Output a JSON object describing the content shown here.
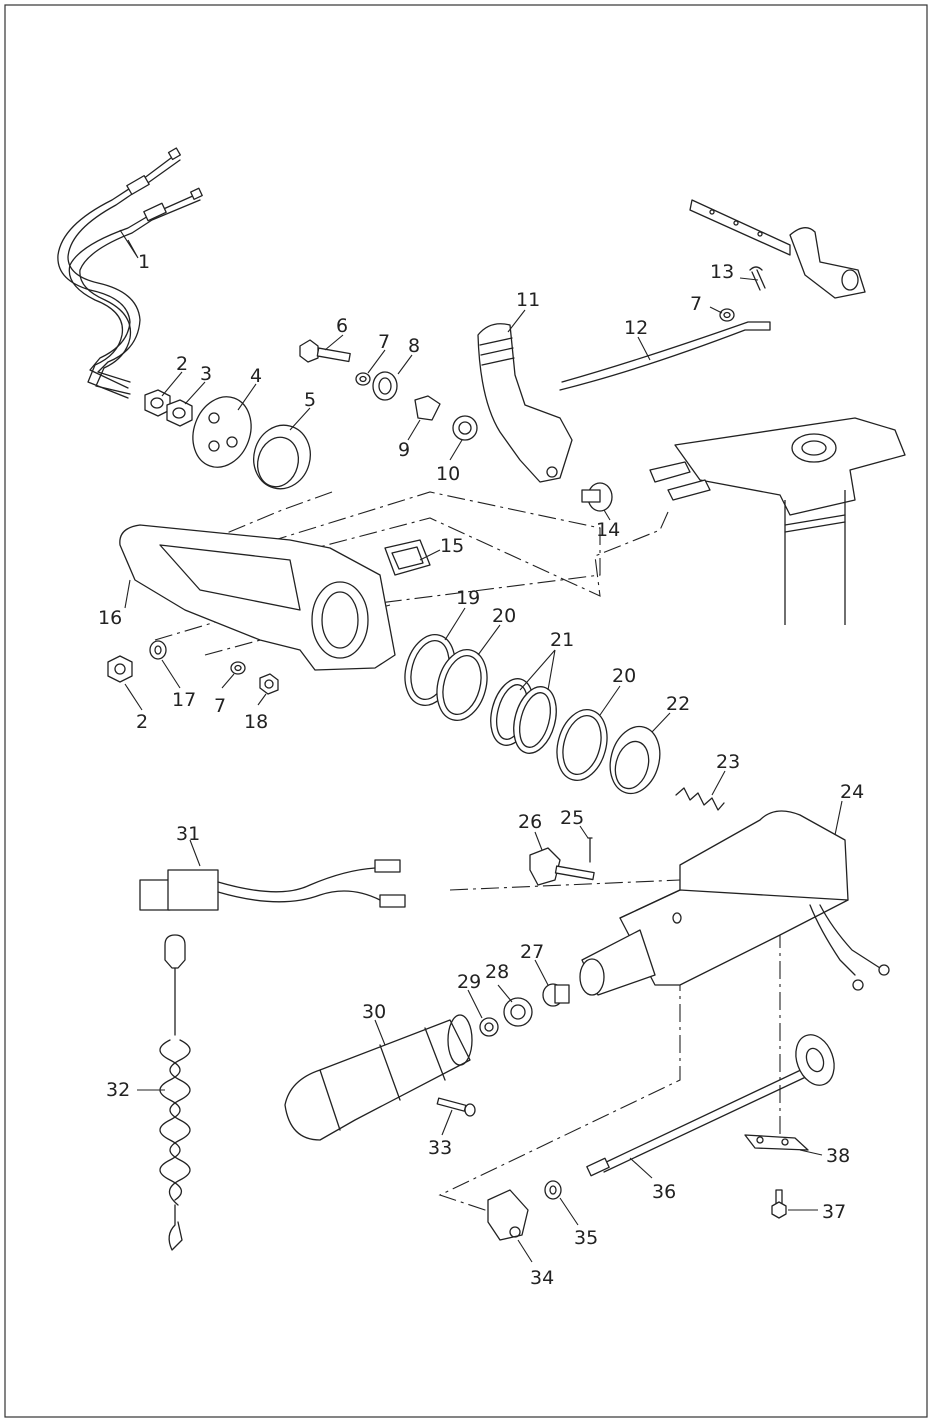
{
  "callouts": [
    "1",
    "2",
    "3",
    "4",
    "5",
    "6",
    "7",
    "8",
    "9",
    "10",
    "11",
    "12",
    "13",
    "7",
    "14",
    "15",
    "16",
    "17",
    "2",
    "7",
    "18",
    "19",
    "20",
    "21",
    "20",
    "22",
    "23",
    "24",
    "25",
    "26",
    "31",
    "32",
    "30",
    "29",
    "28",
    "27",
    "33",
    "34",
    "35",
    "36",
    "37",
    "38"
  ],
  "colors": {
    "line": "#222222",
    "background": "#ffffff"
  }
}
